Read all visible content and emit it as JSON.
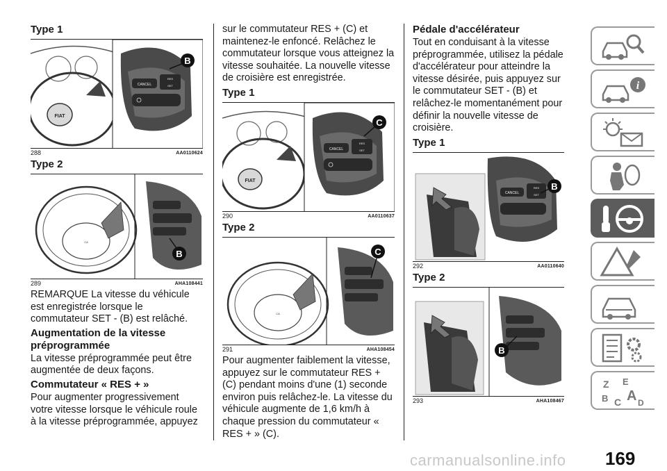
{
  "column1": {
    "fig1_heading": "Type 1",
    "fig1_num": "288",
    "fig1_code": "AA0110624",
    "fig2_heading": "Type 2",
    "fig2_num": "289",
    "fig2_code": "AHA108441",
    "remark": "REMARQUE La vitesse du véhicule est enregistrée lorsque le commutateur SET - (B) est relâché.",
    "section_title": "Augmentation de la vitesse préprogrammée",
    "section_text": "La vitesse préprogrammée peut être augmentée de deux façons.",
    "subsection_title": "Commutateur « RES + »",
    "subsection_text": "Pour augmenter progressivement votre vitesse lorsque le véhicule roule à la vitesse préprogrammée, appuyez"
  },
  "column2": {
    "intro_text": "sur le commutateur RES + (C) et maintenez-le enfoncé. Relâchez le commutateur lorsque vous atteignez la vitesse souhaitée. La nouvelle vitesse de croisière est enregistrée.",
    "fig1_heading": "Type 1",
    "fig1_num": "290",
    "fig1_code": "AA0110637",
    "fig2_heading": "Type 2",
    "fig2_num": "291",
    "fig2_code": "AHA108454",
    "body_text": "Pour augmenter faiblement la vitesse, appuyez sur le commutateur RES + (C) pendant moins d'une (1) seconde environ puis relâchez-le. La vitesse du véhicule augmente de 1,6 km/h à chaque pression du commutateur « RES + » (C)."
  },
  "column3": {
    "section_title": "Pédale d'accélérateur",
    "section_text": "Tout en conduisant à la vitesse préprogrammée, utilisez la pédale d'accélérateur pour atteindre la vitesse désirée, puis appuyez sur le commutateur SET - (B) et relâchez-le momentanément pour définir la nouvelle vitesse de croisière.",
    "fig1_heading": "Type 1",
    "fig1_num": "292",
    "fig1_code": "AA0110640",
    "fig2_heading": "Type 2",
    "fig2_num": "293",
    "fig2_code": "AHA108467"
  },
  "figure_labels": {
    "cancel": "CANCEL",
    "res": "RES",
    "set": "SET",
    "brand": "FIAT",
    "callout_b": "B",
    "callout_c": "C"
  },
  "tabs": [
    {
      "icon": "car-search-icon"
    },
    {
      "icon": "car-info-icon"
    },
    {
      "icon": "warning-light-mail-icon"
    },
    {
      "icon": "airbag-person-icon"
    },
    {
      "icon": "steering-wheel-key-icon",
      "active": true
    },
    {
      "icon": "warning-triangle-icon"
    },
    {
      "icon": "car-service-icon"
    },
    {
      "icon": "technical-data-icon"
    },
    {
      "icon": "alphabet-index-icon"
    }
  ],
  "page_number": "169",
  "watermark": "carmanualsonline.info"
}
